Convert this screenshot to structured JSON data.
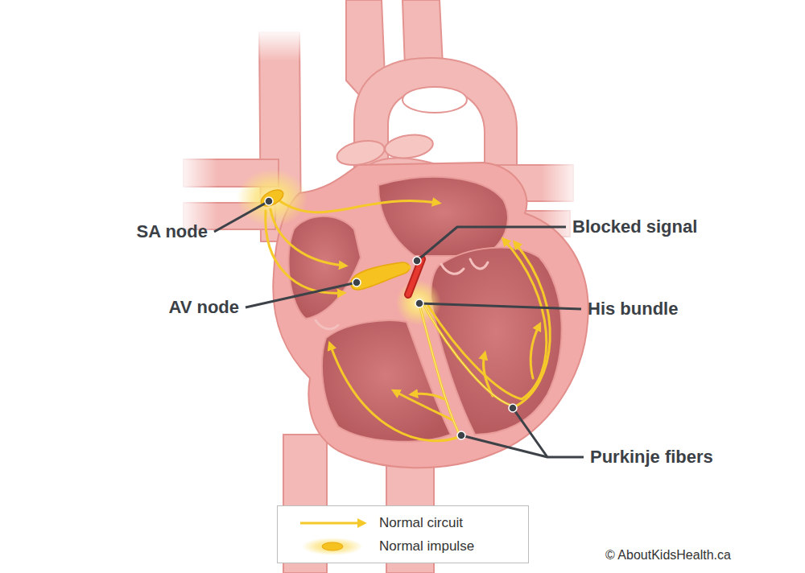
{
  "diagram": {
    "labels": [
      "SA node",
      "AV node",
      "Blocked signal",
      "His bundle",
      "Purkinje fibers",
      "© AboutKidsHealth.ca"
    ],
    "legend": [
      {
        "text": "Normal circuit"
      },
      {
        "text": "Normal impulse"
      }
    ]
  }
}
